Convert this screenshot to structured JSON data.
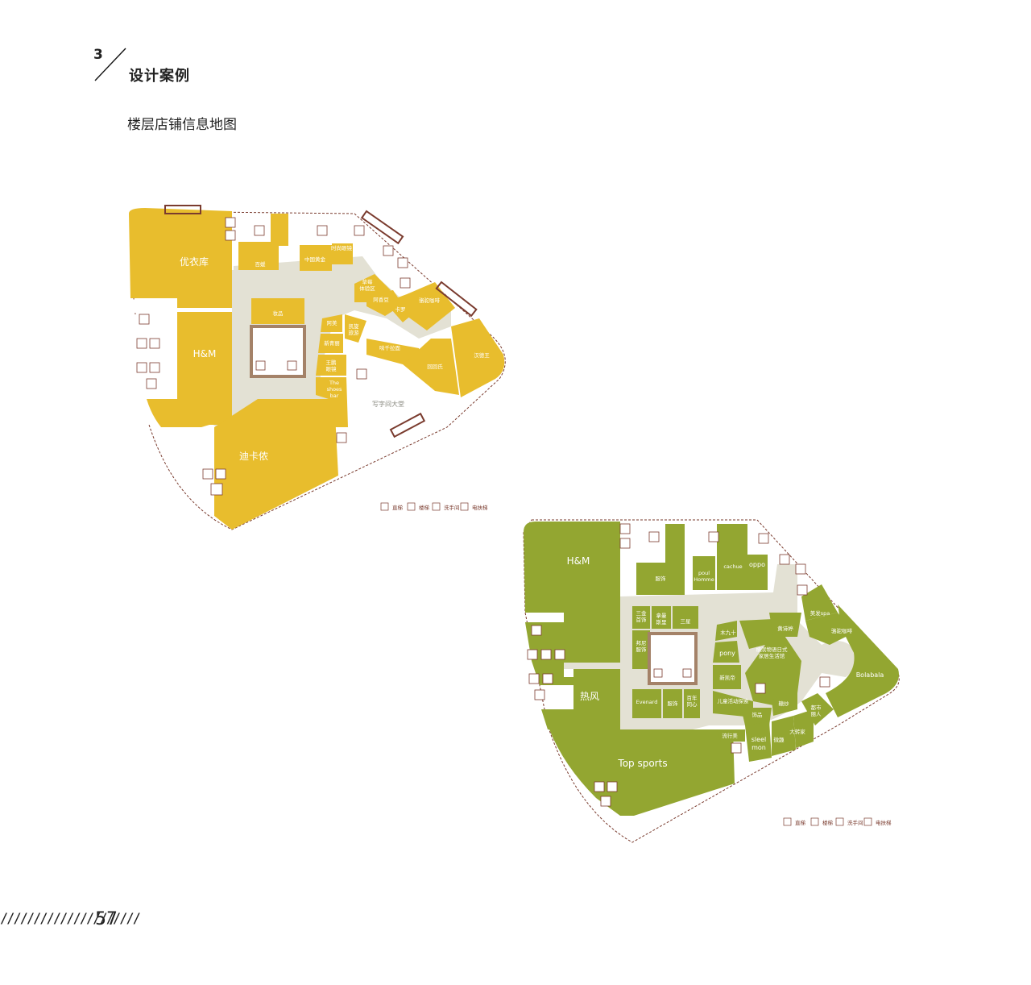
{
  "header": {
    "section_number": "3",
    "section_title": "设计案例",
    "subtitle": "楼层店铺信息地图"
  },
  "footer": {
    "slashes": "/////////////////////",
    "page_number": "57"
  },
  "colors": {
    "map1_store": "#e8bd2d",
    "map2_store": "#93a631",
    "walkway": "#e3e1d4",
    "atrium_frame": "#a48268",
    "boundary": "#7a3b2e",
    "icon": "#7a3b2e"
  },
  "map1": {
    "stores": {
      "uniqlo": "优衣库",
      "hm": "H&M",
      "decathlon": "迪卡侬",
      "baixiu": "百媛",
      "zhongguo_huangjin": "中国黄金",
      "shishang_yanjing": "时尚眼镜",
      "caomei_tiyan": "草莓\n体验区",
      "axiangzhen": "阿香豆",
      "kaluo": "卡罗",
      "luopao_kafei": "骆驼咖啡",
      "shipin": "妆品",
      "amei": "阿美",
      "kaixuan_lvyou": "凯旋\n旅游",
      "xinqing": "新青丽",
      "wangpeng_yanjing": "王鹏\n眼镜",
      "the_shoes_bar": "The\nshoes\nbar",
      "weiqian_laomian": "味千拉面",
      "huiyuanshi": "回回氏",
      "handewang": "汉德王",
      "office_lobby": "写字间大堂"
    }
  },
  "map2": {
    "stores": {
      "hm": "H&M",
      "refeng": "热风",
      "top_sports": "Top sports",
      "fushi_top": "服饰",
      "poul_homme": "poul\nHomme",
      "cachue": "cachue",
      "oppo": "oppo",
      "sanjin": "三金\n首饰",
      "naman": "拿曼\n斯里",
      "sanxing": "三星",
      "bonui": "邦尼\n服饰",
      "evenard": "Evenard",
      "fushi_mid": "服饰",
      "bainian_tongxin": "百年\n同心",
      "muyujiu": "木九十",
      "pony": "pony",
      "xinkaidi": "新凯帝",
      "hengbin": "横滨物语日式\n家居生活馆",
      "ertong": "儿童活动探索",
      "shipin": "饰品",
      "jiangbei": "糖炒",
      "liuxing_mei": "流行美",
      "sleel_mon": "sleel\nmon",
      "weiqu": "微趣",
      "dazhuanjia": "大转家",
      "dushi_liren": "都市\n丽人",
      "meitiejie": "黄诗婷",
      "meifa_spa": "美发spa",
      "luopao_kafei": "骆驼咖啡",
      "bolabala": "Bolabala"
    }
  },
  "legend": {
    "elevator": "直梯",
    "stairs": "楼梯",
    "restroom": "洗手间",
    "escalator": "电扶梯"
  }
}
